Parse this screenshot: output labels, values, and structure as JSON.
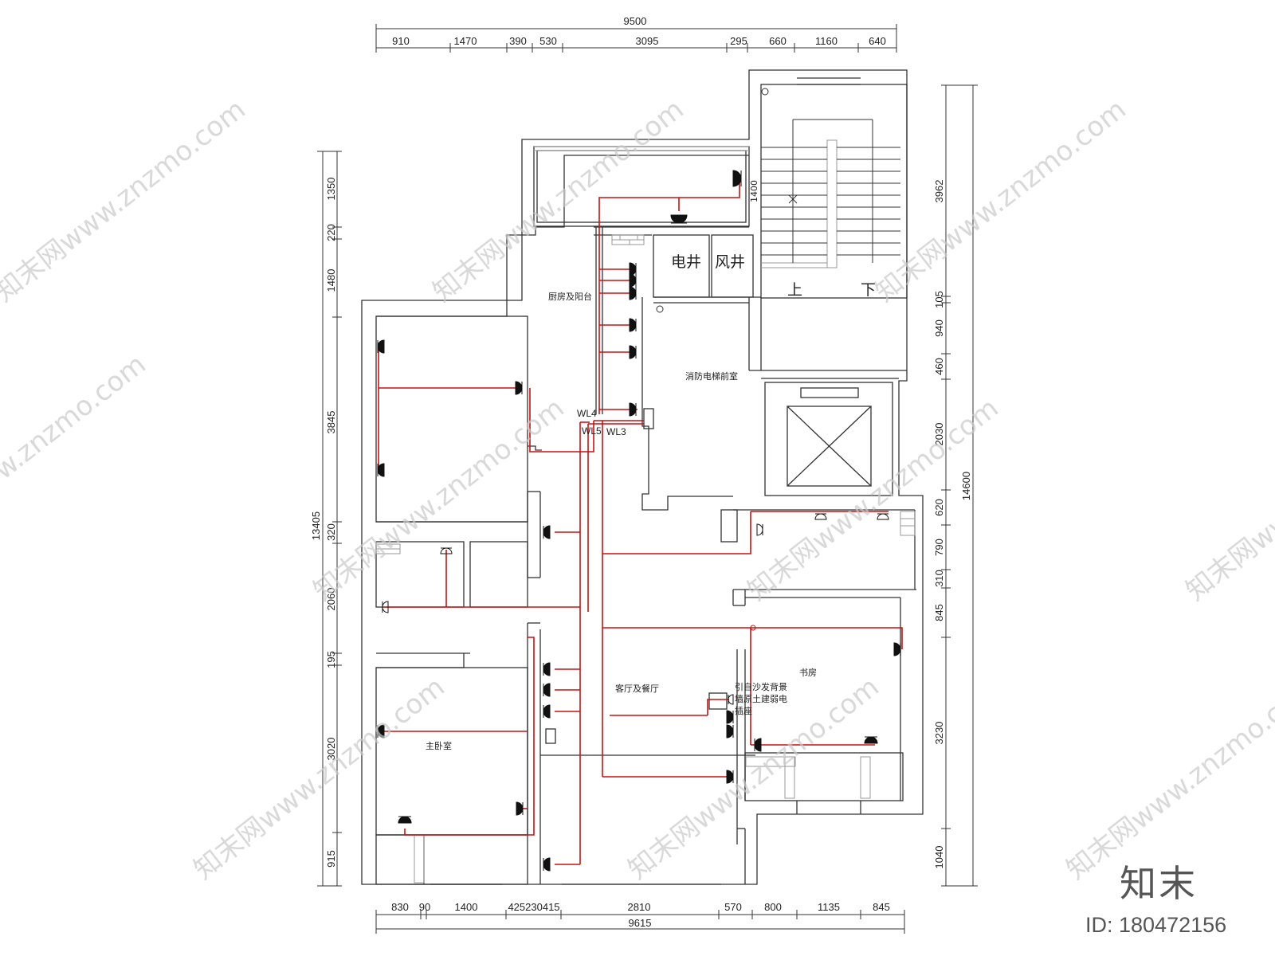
{
  "colors": {
    "wall": "#333333",
    "wire": "#cc1111",
    "brick": "#999999"
  },
  "dimensions": {
    "top_total": "9500",
    "top_segments": [
      "910",
      "1470",
      "390",
      "530",
      "3095",
      "295",
      "660",
      "1160",
      "640"
    ],
    "bottom_segments": [
      "830",
      "90",
      "1400",
      "425230415",
      "2810",
      "570",
      "800",
      "1135",
      "845"
    ],
    "bottom_total": "9615",
    "left_segments": [
      "1350",
      "220",
      "1480",
      "3845",
      "320",
      "2060",
      "195",
      "3020",
      "915"
    ],
    "left_total": "13405",
    "right_segments": [
      "3962",
      "105",
      "940",
      "460",
      "2030",
      "620",
      "790",
      "310",
      "845",
      "3230",
      "1040"
    ],
    "right_total": "14600",
    "stair_width": "1400"
  },
  "rooms": {
    "kitchen": "厨房及阳台",
    "elec_shaft": "电井",
    "air_shaft": "风井",
    "fire_lobby": "消防电梯前室",
    "up": "上",
    "down": "下",
    "living": "客厅及餐厅",
    "study": "书房",
    "study_note": [
      "引自沙发背景",
      "墙原土建弱电",
      "插座"
    ],
    "master": "主卧室"
  },
  "circuits": {
    "wl4": "WL4",
    "wl5": "WL5",
    "wl3": "WL3"
  },
  "watermark": {
    "text": "知末网www.znzmo.com",
    "brand": "知末",
    "id": "ID: 180472156"
  }
}
